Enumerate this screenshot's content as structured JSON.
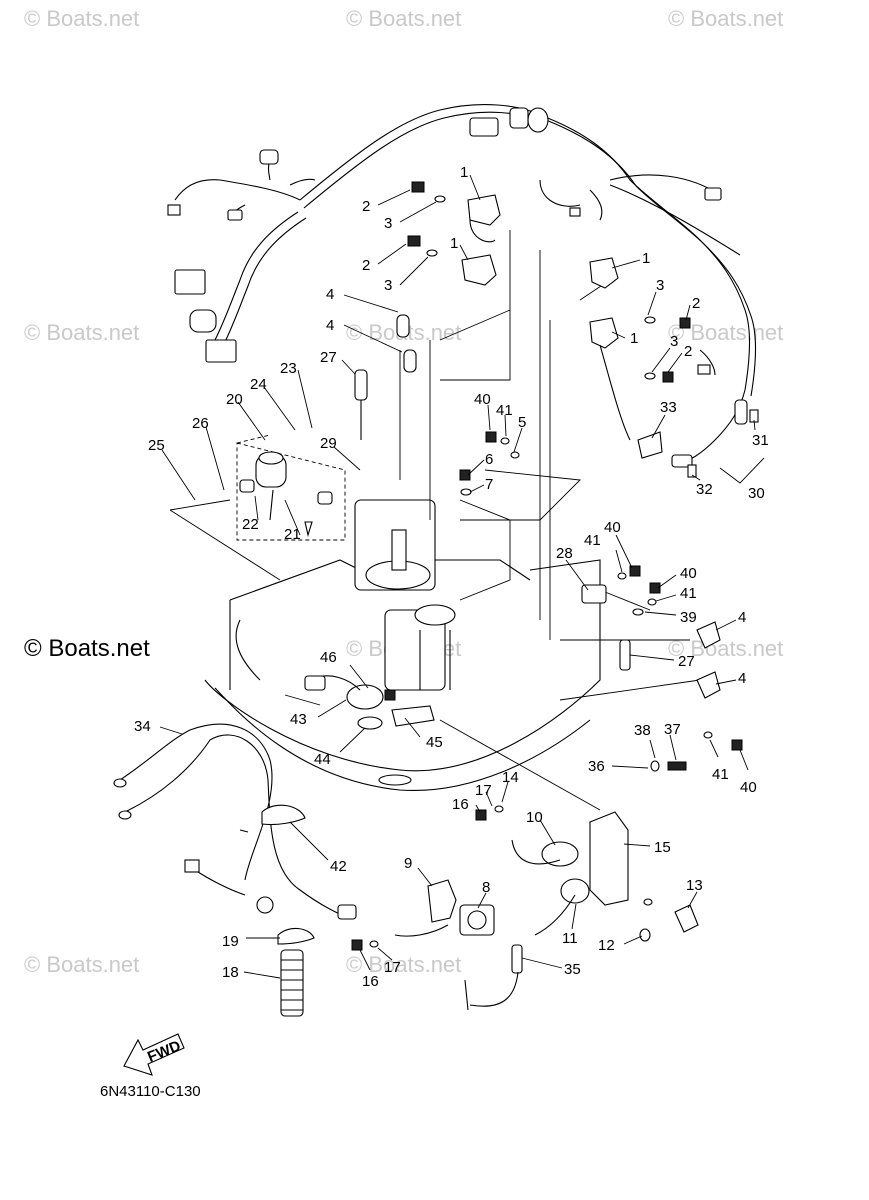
{
  "watermarks": [
    "© Boats.net",
    "© Boats.net",
    "© Boats.net",
    "© Boats.net",
    "© Boats.net",
    "© Boats.net",
    "© Boats.net",
    "© Boats.net",
    "© Boats.net",
    "© Boats.net"
  ],
  "big_watermark": "© Boats.net",
  "diagram_code": "6N43110-C130",
  "fwd_label": "FWD",
  "callouts": [
    "1",
    "2",
    "3",
    "1",
    "2",
    "3",
    "4",
    "4",
    "27",
    "23",
    "24",
    "20",
    "26",
    "25",
    "29",
    "22",
    "21",
    "40",
    "41",
    "5",
    "6",
    "7",
    "1",
    "3",
    "2",
    "1",
    "3",
    "2",
    "33",
    "31",
    "32",
    "30",
    "40",
    "41",
    "28",
    "40",
    "41",
    "39",
    "4",
    "27",
    "4",
    "38",
    "37",
    "41",
    "40",
    "36",
    "46",
    "43",
    "44",
    "45",
    "34",
    "42",
    "14",
    "17",
    "16",
    "10",
    "15",
    "9",
    "8",
    "13",
    "11",
    "12",
    "19",
    "18",
    "16",
    "17",
    "35"
  ]
}
